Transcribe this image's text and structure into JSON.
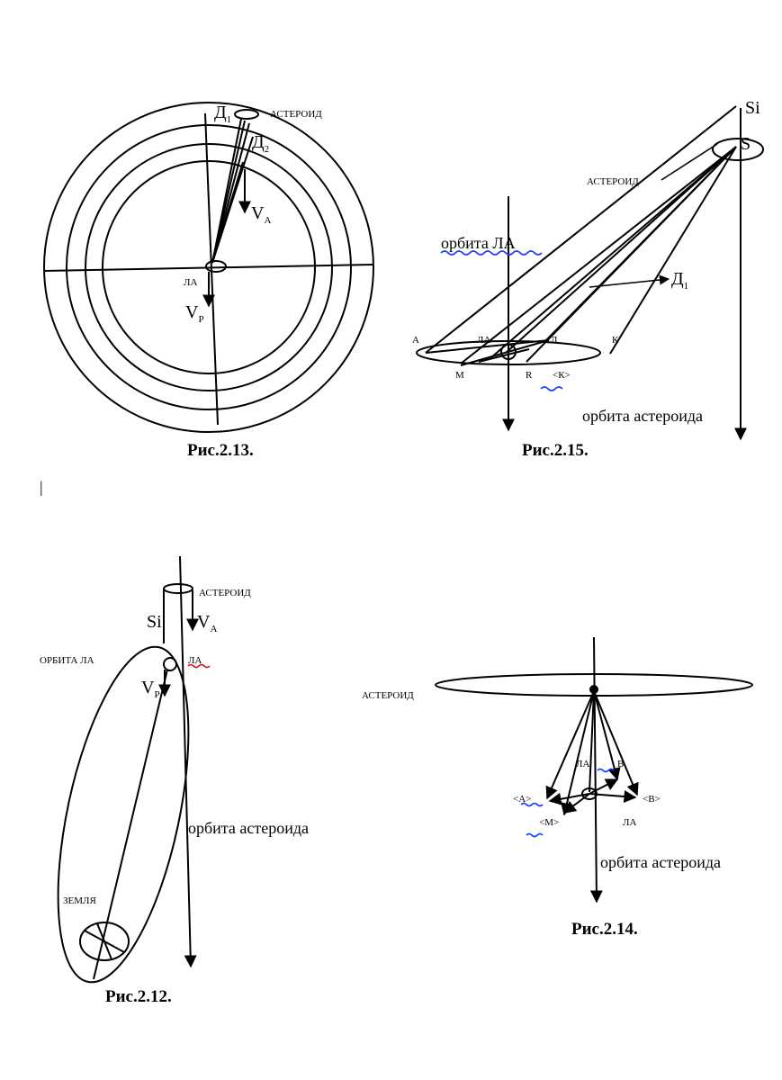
{
  "fig_2_13": {
    "caption": "Рис.2.13.",
    "label_d": "Д",
    "label_d_sub": "1",
    "label_asteroid": "АСТЕРОИД",
    "label_d2": "Д",
    "label_d2_sub": "2",
    "label_va": "V",
    "label_va_sub": "A",
    "label_la": "ЛА",
    "label_vp": "V",
    "label_vp_sub": "P"
  },
  "fig_2_15": {
    "caption": "Рис.2.15.",
    "label_si": "Si",
    "label_s": "S",
    "label_asteroid": "АСТЕРОИД",
    "label_orbit_la": "орбита ЛА",
    "label_d": "Д",
    "label_d_sub": "1",
    "label_a": "А",
    "label_la": "ЛА",
    "label_l": "Л",
    "label_k": "К",
    "label_m": "М",
    "label_r": "R",
    "label_k_bracket": "<К>",
    "label_orbit_asteroid": "орбита астероида"
  },
  "fig_2_12": {
    "caption": "Рис.2.12.",
    "label_asteroid": "АСТЕРОИД",
    "label_si": "Si",
    "label_va": "V",
    "label_va_sub": "A",
    "label_orbit_la": "ОРБИТА ЛА",
    "label_la": "ЛА",
    "label_vp": "V",
    "label_vp_sub": "P",
    "label_orbit_asteroid": "орбита астероида",
    "label_earth": "ЗЕМЛЯ"
  },
  "fig_2_14": {
    "caption": "Рис.2.14.",
    "label_asteroid": "АСТЕРОИД",
    "label_la_top": "ЛА",
    "label_b": "В",
    "label_a": "<А>",
    "label_m": "<М>",
    "label_bb": "<В>",
    "label_la_bottom": "ЛА",
    "label_orbit_asteroid": "орбита астероида"
  },
  "margin_mark": "|"
}
